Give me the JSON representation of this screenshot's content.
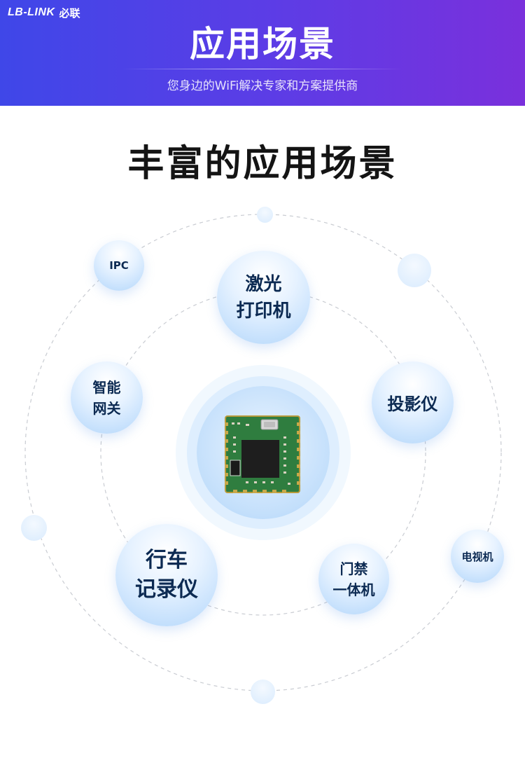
{
  "header": {
    "logo_text": "LB-LINK",
    "logo_cn": "必联",
    "title": "应用场景",
    "subtitle": "您身边的WiFi解决专家和方案提供商"
  },
  "section": {
    "title": "丰富的应用场景"
  },
  "scenarios": [
    {
      "id": "ipc",
      "label": "IPC"
    },
    {
      "id": "laser-printer",
      "label": "激光\n打印机"
    },
    {
      "id": "smart-gateway",
      "label": "智能\n网关"
    },
    {
      "id": "projector",
      "label": "投影仪"
    },
    {
      "id": "dashcam",
      "label": "行车\n记录仪"
    },
    {
      "id": "access-control",
      "label": "门禁\n一体机"
    },
    {
      "id": "tv",
      "label": "电视机"
    }
  ],
  "center": {
    "icon": "wifi-module-chip-icon"
  },
  "colors": {
    "banner_start": "#3f47e8",
    "banner_end": "#7a30dc",
    "bubble_text": "#0c2a52",
    "title_text": "#141414"
  }
}
